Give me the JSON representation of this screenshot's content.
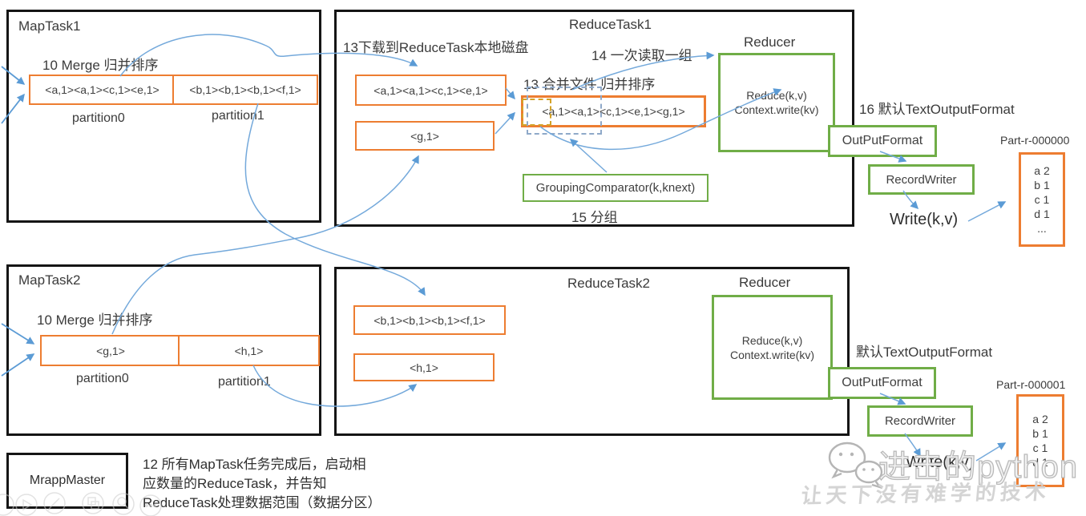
{
  "colors": {
    "orange": "#ED7D31",
    "green": "#70AD47",
    "blue": "#5B9BD5",
    "box_border": "#151515"
  },
  "map_task1": {
    "title": "MapTask1",
    "merge_label": "10 Merge 归并排序",
    "partitions": [
      {
        "data": "<a,1><a,1><c,1><e,1>",
        "label": "partition0"
      },
      {
        "data": "<b,1><b,1><b,1><f,1>",
        "label": "partition1"
      }
    ]
  },
  "map_task2": {
    "title": "MapTask2",
    "merge_label": "10 Merge 归并排序",
    "partitions": [
      {
        "data": "<g,1>",
        "label": "partition0"
      },
      {
        "data": "<h,1>",
        "label": "partition1"
      }
    ]
  },
  "reduce_task1": {
    "title": "ReduceTask1",
    "download_label": "13下载到ReduceTask本地磁盘",
    "read_one_group_label": "14 一次读取一组",
    "merge_files_label": "13 合并文件 归并排序",
    "spill1": "<a,1><a,1><c,1><e,1>",
    "spill2": "<g,1>",
    "merged": "<a,1><a,1><c,1><e,1><g,1>",
    "grouping_comparator": "GroupingComparator(k,knext)",
    "grouping_label": "15 分组",
    "reducer": {
      "title": "Reducer",
      "line1": "Reduce(k,v)",
      "line2": "Context.write(kv)"
    }
  },
  "reduce_task2": {
    "title": "ReduceTask2",
    "spill1": "<b,1><b,1><b,1><f,1>",
    "spill2": "<h,1>",
    "reducer": {
      "title": "Reducer",
      "line1": "Reduce(k,v)",
      "line2": "Context.write(kv)"
    }
  },
  "output1": {
    "format_label": "16 默认TextOutputFormat",
    "output_format": "OutPutFormat",
    "record_writer": "RecordWriter",
    "write_label": "Write(k,v)",
    "part_file": "Part-r-000000",
    "rows": [
      "a 2",
      "b 1",
      "c 1",
      "d 1",
      "..."
    ]
  },
  "output2": {
    "format_label": "默认TextOutputFormat",
    "output_format": "OutPutFormat",
    "record_writer": "RecordWriter",
    "write_label": "Write(k,v)",
    "part_file": "Part-r-000001",
    "rows": [
      "a 2",
      "b 1",
      "c 1",
      "d 1"
    ]
  },
  "app_master": {
    "box_label": "MrappMaster",
    "note_line1": "12 所有MapTask任务完成后，启动相",
    "note_line2": "应数量的ReduceTask，并告知",
    "note_line3": "ReduceTask处理数据范围（数据分区）"
  },
  "watermark": {
    "brand": "进击的python",
    "slogan": "让天下没有难学的技术"
  }
}
